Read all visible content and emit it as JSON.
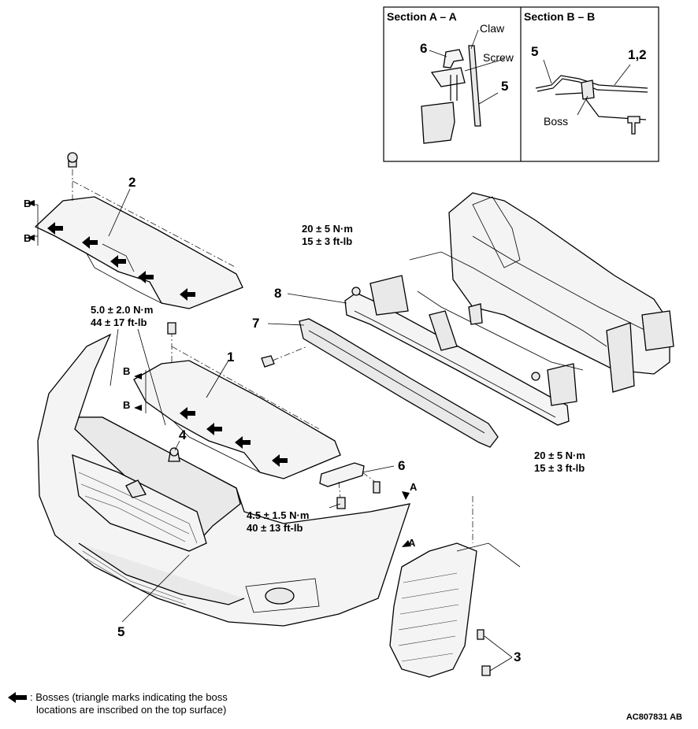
{
  "section_a": {
    "title": "Section A – A",
    "claw": "Claw",
    "screw": "Screw",
    "num_6": "6",
    "num_5": "5"
  },
  "section_b": {
    "title": "Section B – B",
    "num_5": "5",
    "num_12": "1,2",
    "boss": "Boss"
  },
  "callouts": {
    "c1": "1",
    "c2": "2",
    "c3": "3",
    "c4": "4",
    "c5": "5",
    "c6": "6",
    "c7": "7",
    "c8": "8"
  },
  "section_marks": {
    "b": "B",
    "a": "A"
  },
  "torques": {
    "upper_right_nm": "20 ± 5 N·m",
    "upper_right_ft": "15 ± 3 ft-lb",
    "lower_right_nm": "20 ± 5 N·m",
    "lower_right_ft": "15 ± 3 ft-lb",
    "left_nm": "5.0 ± 2.0 N·m",
    "left_ft": "44 ± 17 ft-lb",
    "center_nm": "4.5 ± 1.5 N·m",
    "center_ft": "40 ± 13 ft-lb"
  },
  "legend": {
    "line1": ": Bosses (triangle marks indicating the boss",
    "line2": "locations are inscribed on the top surface)"
  },
  "figure_code": "AC807831 AB"
}
